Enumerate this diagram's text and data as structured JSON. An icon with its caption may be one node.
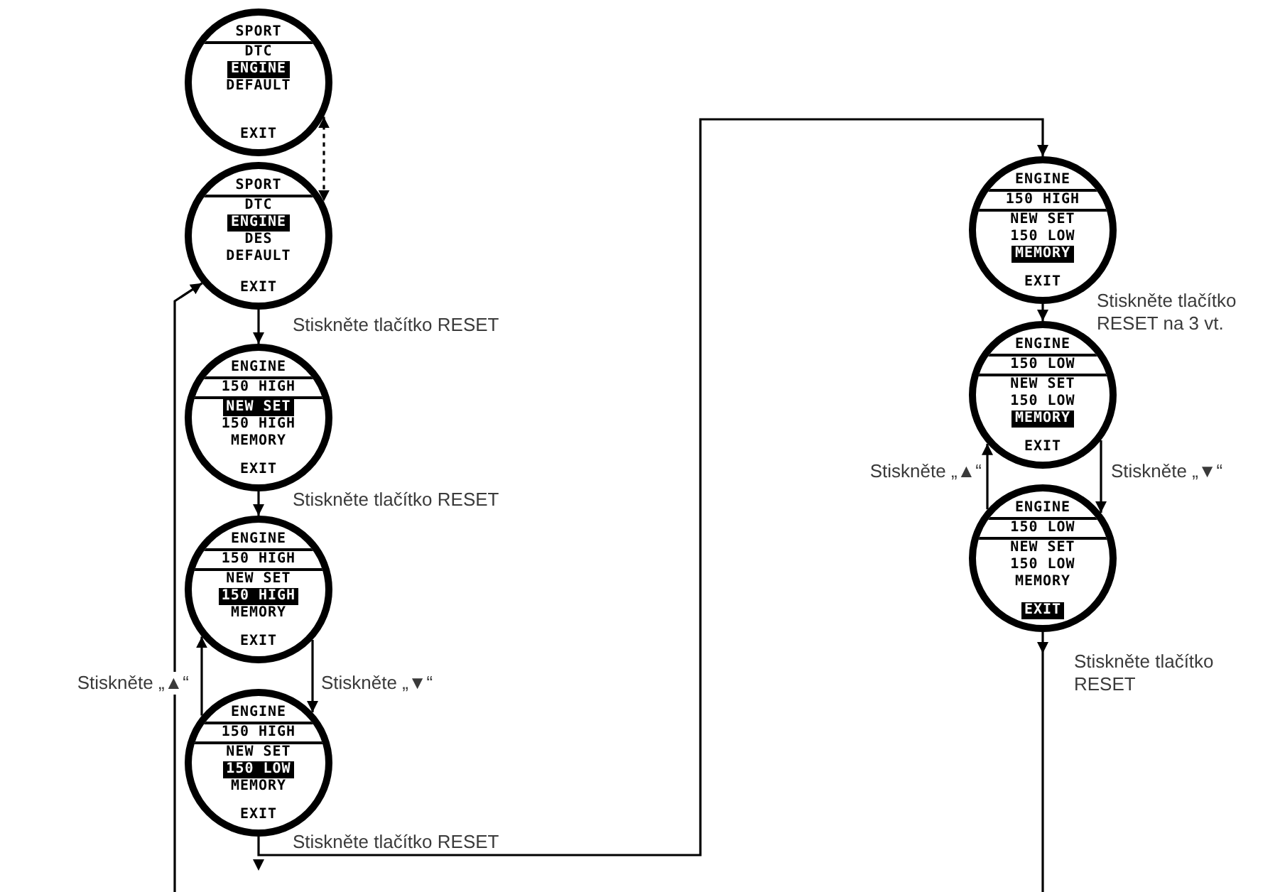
{
  "diagram": {
    "nodes": [
      {
        "text": [
          "SPORT",
          "DTC",
          "ENGINE",
          "DEFAULT",
          "EXIT"
        ]
      },
      {
        "text": [
          "SPORT",
          "DTC",
          "ENGINE",
          "DES",
          "DEFAULT",
          "EXIT"
        ]
      },
      {
        "text": [
          "ENGINE",
          "150 HIGH",
          "NEW SET",
          "150 HIGH",
          "MEMORY",
          "EXIT"
        ]
      },
      {
        "text": [
          "ENGINE",
          "150 HIGH",
          "NEW SET",
          "150 HIGH",
          "MEMORY",
          "EXIT"
        ]
      },
      {
        "text": [
          "ENGINE",
          "150 HIGH",
          "NEW SET",
          "150 LOW",
          "MEMORY",
          "EXIT"
        ]
      },
      {
        "text": [
          "ENGINE",
          "150 HIGH",
          "NEW SET",
          "150 LOW",
          "MEMORY",
          "EXIT"
        ]
      },
      {
        "text": [
          "ENGINE",
          "150 LOW",
          "NEW SET",
          "150 LOW",
          "MEMORY",
          "EXIT"
        ]
      },
      {
        "text": [
          "ENGINE",
          "150 LOW",
          "NEW SET",
          "150 LOW",
          "MEMORY",
          "EXIT"
        ]
      }
    ],
    "edges": [
      {
        "from": 0,
        "to": 1,
        "arrow": "both",
        "style": "dashed"
      },
      {
        "from": 1,
        "to": 2,
        "arrow": "to",
        "label": "Stiskněte tlačítko RESET"
      },
      {
        "from": 2,
        "to": 3,
        "arrow": "to",
        "label": "Stiskněte tlačítko RESET"
      },
      {
        "from": 3,
        "to": 4,
        "arrow": "to",
        "label": "Stiskněte „▼“"
      },
      {
        "from": 4,
        "to": 3,
        "arrow": "to",
        "label": "Stiskněte „▲“"
      },
      {
        "from": 4,
        "to": 5,
        "arrow": "to",
        "label": "Stiskněte tlačítko RESET"
      },
      {
        "from": 5,
        "to": 6,
        "arrow": "to",
        "label": "Stiskněte tlačítko RESET na 3 vt."
      },
      {
        "from": 6,
        "to": 7,
        "arrow": "to",
        "label": "Stiskněte „▼“"
      },
      {
        "from": 7,
        "to": 6,
        "arrow": "to",
        "label": "Stiskněte „▲“"
      },
      {
        "from": 7,
        "to": null,
        "arrow": "to",
        "label": "Stiskněte tlačítko RESET"
      },
      {
        "from": null,
        "to": 1,
        "arrow": "to"
      }
    ]
  }
}
